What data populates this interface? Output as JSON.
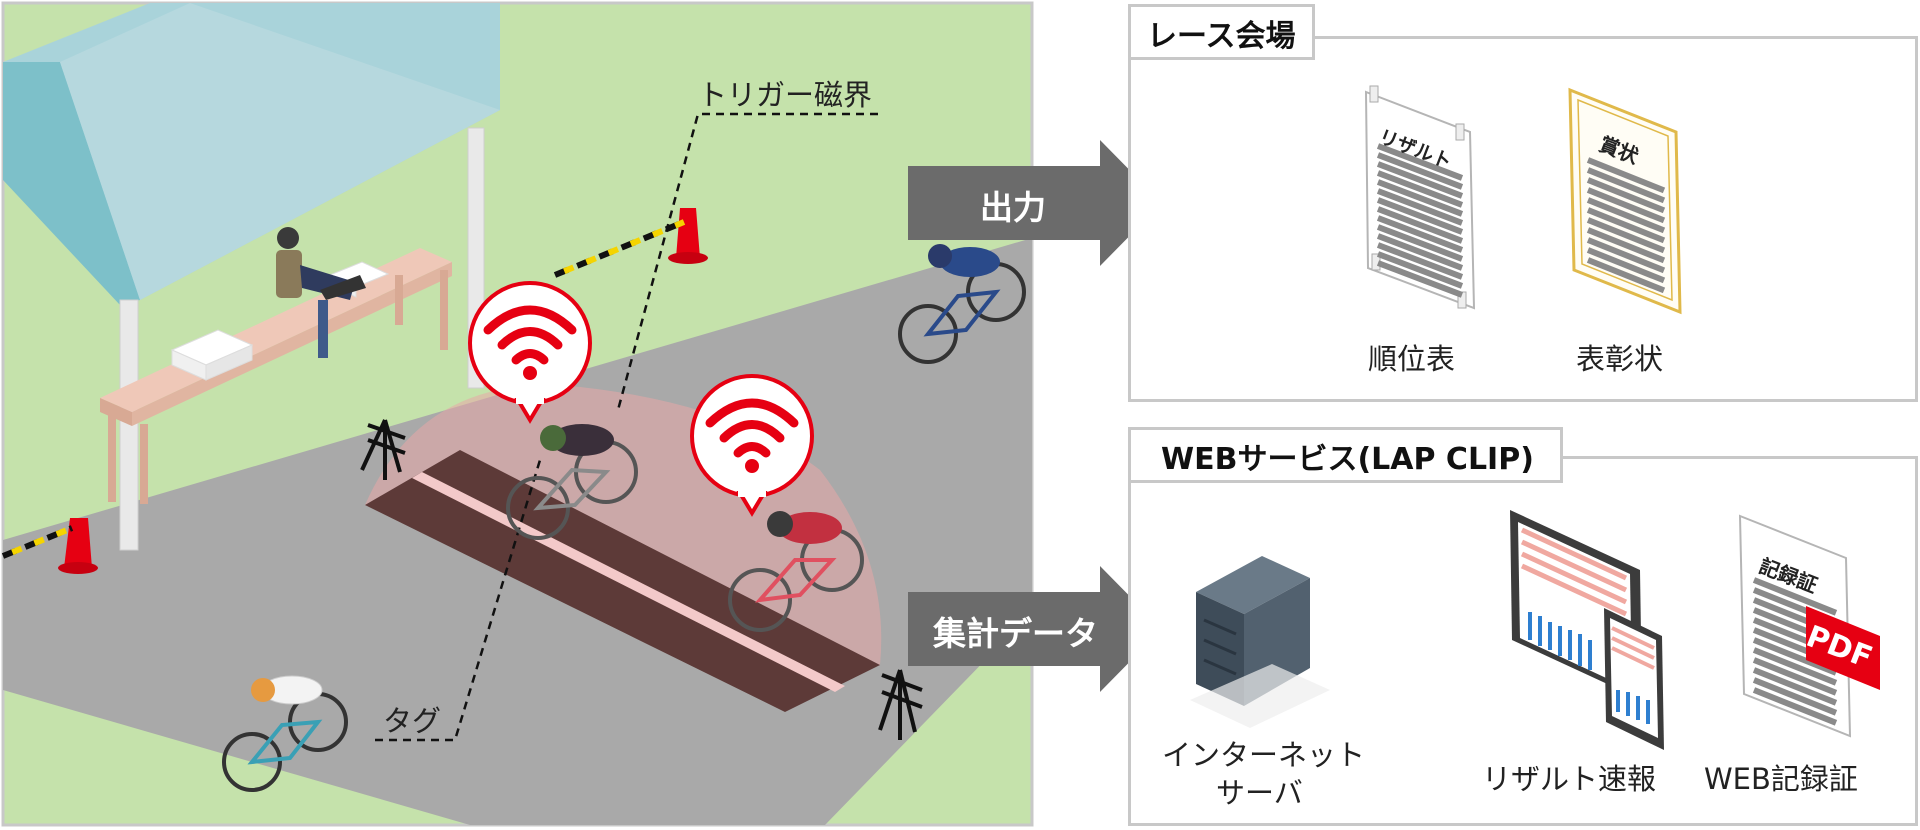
{
  "scene": {
    "trigger_label": "トリガー磁界",
    "tag_label": "タグ"
  },
  "arrows": {
    "output_label": "出力",
    "data_label": "集計データ"
  },
  "venue": {
    "title": "レース会場",
    "result_sheet_heading": "リザルト",
    "certificate_heading": "賞状",
    "ranking_label": "順位表",
    "award_label": "表彰状"
  },
  "web": {
    "title": "WEBサービス(LAP CLIP)",
    "server_label_line1": "インターネット",
    "server_label_line2": "サーバ",
    "result_label": "リザルト速報",
    "record_heading": "記録証",
    "pdf_label": "PDF",
    "record_label": "WEB記録証"
  },
  "colors": {
    "grass": "#c5e2ab",
    "road": "#a9a9a9",
    "mat": "#5d3a38",
    "signal_red": "#e60012",
    "arrow_dark": "#6b6b6b",
    "arrow_light": "#c9c9c9",
    "panel_border": "#c8c8c8"
  }
}
